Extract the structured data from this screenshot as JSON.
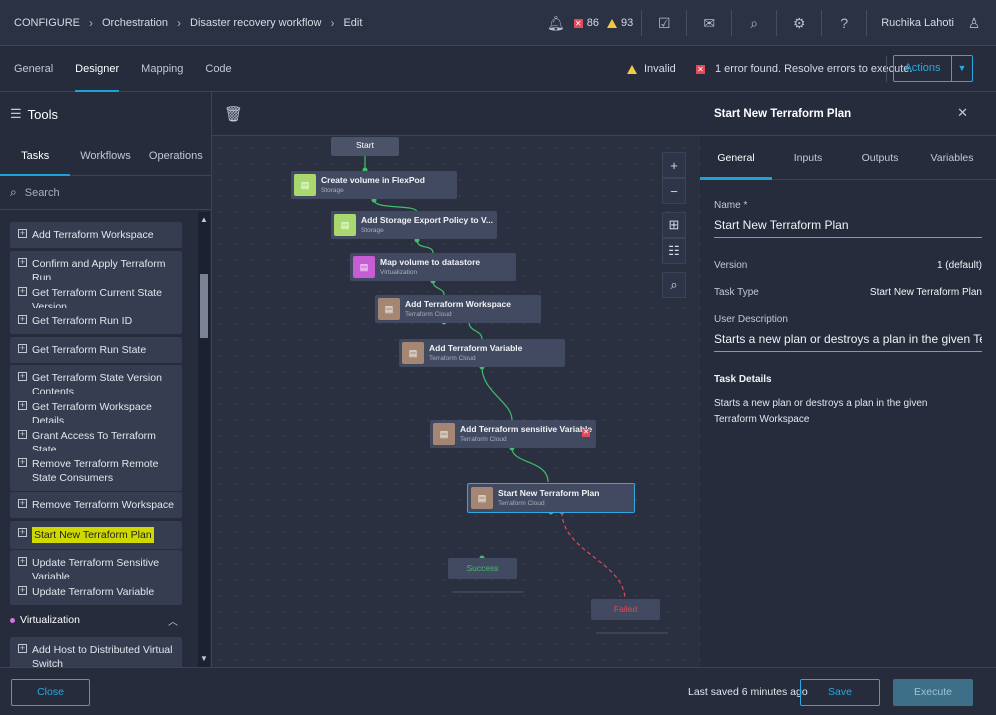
{
  "breadcrumbs": [
    "CONFIGURE",
    "Orchestration",
    "Disaster recovery workflow",
    "Edit"
  ],
  "header": {
    "error_count": "86",
    "warning_count": "93",
    "user_name": "Ruchika Lahoti"
  },
  "main_tabs": [
    "General",
    "Designer",
    "Mapping",
    "Code"
  ],
  "status": {
    "invalid_label": "Invalid",
    "error_message": "1 error found. Resolve errors to execute."
  },
  "actions_label": "Actions",
  "tools": {
    "title": "Tools",
    "tabs": [
      "Tasks",
      "Workflows",
      "Operations"
    ],
    "search_placeholder": "Search",
    "items": [
      "Add Terraform Workspace",
      "Confirm and Apply Terraform Run",
      "Get Terraform Current State Version",
      "Get Terraform Run ID",
      "Get Terraform Run State",
      "Get Terraform State Version Contents",
      "Get Terraform Workspace Details",
      "Grant Access To Terraform State",
      "Remove Terraform Remote State Consumers",
      "Remove Terraform Workspace",
      "Start New Terraform Plan",
      "Update Terraform Sensitive Variable",
      "Update Terraform Variable"
    ],
    "category": "Virtualization",
    "category_items": [
      "Add Host to Distributed Virtual Switch"
    ]
  },
  "workflow": {
    "start_label": "Start",
    "nodes": [
      {
        "title": "Create volume in FlexPod",
        "sub": "Storage"
      },
      {
        "title": "Add Storage Export Policy to V...",
        "sub": "Storage"
      },
      {
        "title": "Map volume to datastore",
        "sub": "Virtualization"
      },
      {
        "title": "Add Terraform Workspace",
        "sub": "Terraform Cloud"
      },
      {
        "title": "Add Terraform Variable",
        "sub": "Terraform Cloud"
      },
      {
        "title": "Add Terraform sensitive Variable",
        "sub": "Terraform Cloud"
      },
      {
        "title": "Start New Terraform Plan",
        "sub": "Terraform Cloud"
      }
    ],
    "success_label": "Success",
    "failed_label": "Failed"
  },
  "panel": {
    "title": "Start New Terraform Plan",
    "tabs": [
      "General",
      "Inputs",
      "Outputs",
      "Variables"
    ],
    "name_label": "Name *",
    "name_value": "Start New Terraform Plan",
    "version_label": "Version",
    "version_value": "1 (default)",
    "task_type_label": "Task Type",
    "task_type_value": "Start New Terraform Plan",
    "user_desc_label": "User Description",
    "user_desc_value": "Starts a new plan or destroys a plan in the given Terraform",
    "task_details_label": "Task Details",
    "task_details_text": "Starts a new plan or destroys a plan in the given Terraform Workspace"
  },
  "footer": {
    "close_label": "Close",
    "last_saved": "Last saved 6 minutes ago",
    "save_label": "Save",
    "execute_label": "Execute"
  },
  "colors": {
    "accent": "#28a8e0",
    "error": "#e04a5a",
    "warning": "#f2c744",
    "storage_node": "#a9d86e",
    "virtualization_node": "#c65dd4",
    "terraform_node": "#a58672",
    "highlight": "#cfd900"
  }
}
